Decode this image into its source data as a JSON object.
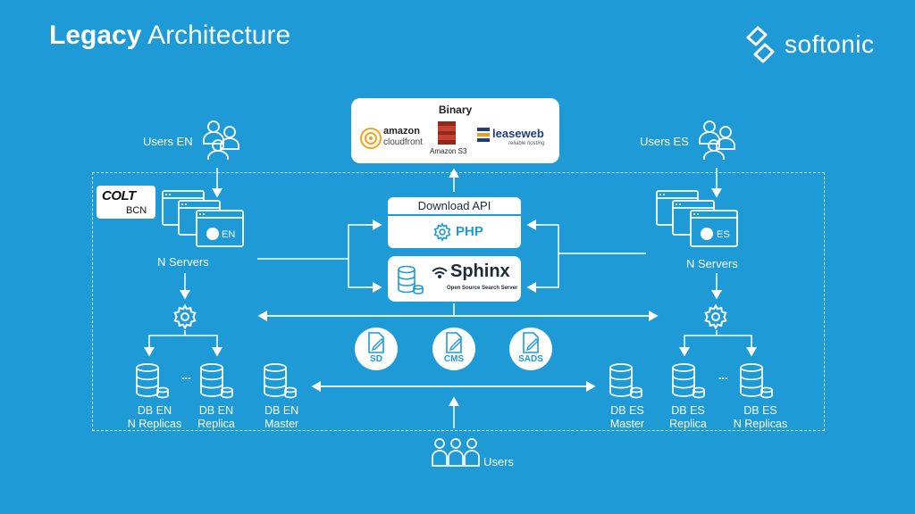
{
  "header": {
    "title_bold": "Legacy",
    "title_light": "Architecture",
    "brand": "softonic"
  },
  "binary": {
    "title": "Binary",
    "providers": [
      {
        "name": "amazon",
        "sub": "cloudfront",
        "icon": "amazon-cloudfront-logo"
      },
      {
        "name": "Amazon S3",
        "icon": "amazon-s3-logo"
      },
      {
        "name": "leaseweb",
        "sub": "reliable hosting",
        "icon": "leaseweb-logo"
      }
    ]
  },
  "api": {
    "title": "Download API",
    "php_label": "PHP",
    "sphinx_name": "Sphinx",
    "sphinx_tagline": "Open Source Search Server"
  },
  "colt": {
    "logo": "COLT",
    "site": "BCN"
  },
  "left": {
    "users": "Users EN",
    "servers_badge": "EN",
    "servers_label": "N Servers",
    "dbs": [
      {
        "line1": "DB EN",
        "line2": "N Replicas"
      },
      {
        "line1": "DB EN",
        "line2": "Replica"
      },
      {
        "line1": "DB EN",
        "line2": "Master"
      }
    ]
  },
  "right": {
    "users": "Users ES",
    "servers_badge": "ES",
    "servers_label": "N Servers",
    "dbs": [
      {
        "line1": "DB ES",
        "line2": "Master"
      },
      {
        "line1": "DB ES",
        "line2": "Replica"
      },
      {
        "line1": "DB ES",
        "line2": "N Replicas"
      }
    ]
  },
  "apps": [
    "SD",
    "CMS",
    "SADS"
  ],
  "users_bottom": "Users",
  "ellipsis": "...",
  "colors": {
    "background": "#1e9ad6",
    "card": "#ffffff",
    "accent": "#1e9ad6",
    "dark": "#1e2a38"
  }
}
